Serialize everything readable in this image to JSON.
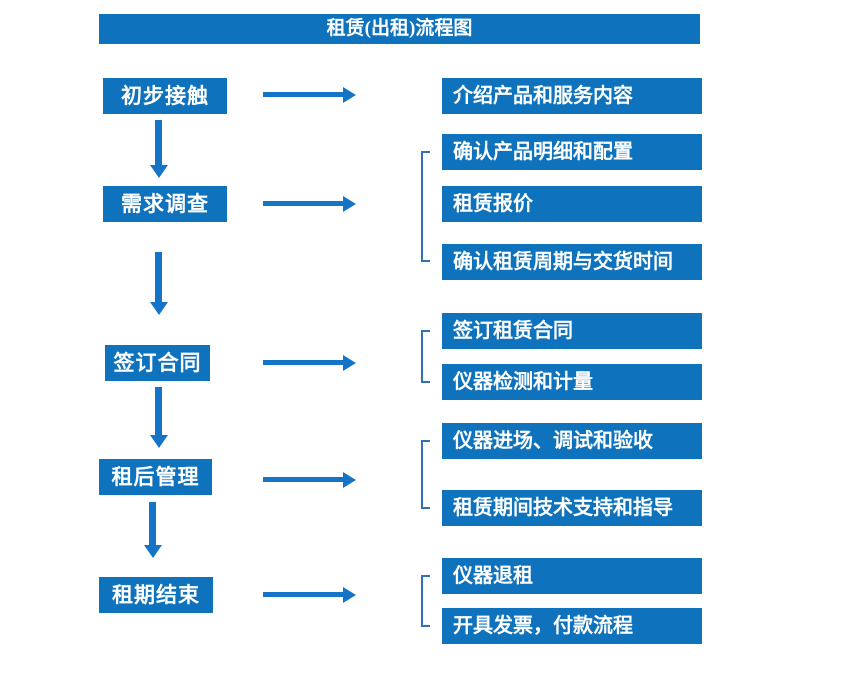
{
  "title": "租赁(出租)流程图",
  "colors": {
    "box_blue": "#0F72BC",
    "arrow_blue": "#1474C8",
    "bracket_blue": "#2E74B5",
    "text_white": "#FFFFFF"
  },
  "flow": {
    "steps": [
      {
        "label": "初步接触"
      },
      {
        "label": "需求调查"
      },
      {
        "label": "签订合同"
      },
      {
        "label": "租后管理"
      },
      {
        "label": "租期结束"
      }
    ],
    "details": [
      {
        "label": "介绍产品和服务内容"
      },
      {
        "label": "确认产品明细和配置"
      },
      {
        "label": "租赁报价"
      },
      {
        "label": "确认租赁周期与交货时间"
      },
      {
        "label": "签订租赁合同"
      },
      {
        "label": "仪器检测和计量"
      },
      {
        "label": "仪器进场、调试和验收"
      },
      {
        "label": "租赁期间技术支持和指导"
      },
      {
        "label": "仪器退租"
      },
      {
        "label": "开具发票，付款流程"
      }
    ]
  }
}
